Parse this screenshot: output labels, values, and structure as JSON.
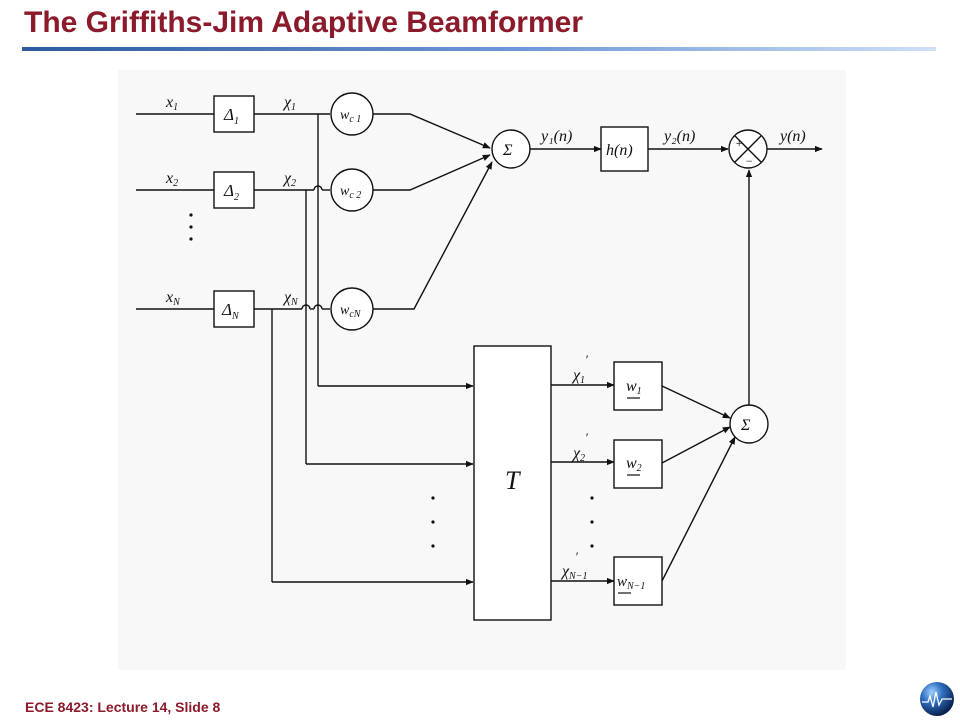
{
  "slide": {
    "title": "The Griffiths-Jim Adaptive Beamformer",
    "footer": "ECE 8423: Lecture 14, Slide 8"
  },
  "diagram": {
    "inputs": [
      {
        "base": "x",
        "sub": "1"
      },
      {
        "base": "x",
        "sub": "2"
      },
      {
        "base": "x",
        "sub": "N"
      }
    ],
    "delays": [
      {
        "base": "Δ",
        "sub": "1"
      },
      {
        "base": "Δ",
        "sub": "2"
      },
      {
        "base": "Δ",
        "sub": "N"
      }
    ],
    "chis": [
      {
        "base": "χ",
        "sub": "1"
      },
      {
        "base": "χ",
        "sub": "2"
      },
      {
        "base": "χ",
        "sub": "N"
      }
    ],
    "fixed_weights": [
      {
        "base": "w",
        "sub": "c 1"
      },
      {
        "base": "w",
        "sub": "c 2"
      },
      {
        "base": "w",
        "sub": "cN"
      }
    ],
    "sum_label": "Σ",
    "sum2_label": "Σ",
    "y1": "y₁(n)",
    "h": "h(n)",
    "y2": "y₂(n)",
    "y": "y(n)",
    "plus": "+",
    "minus": "−",
    "t_block": "T",
    "primes": [
      {
        "base": "χ",
        "sub": "1"
      },
      {
        "base": "χ",
        "sub": "2"
      },
      {
        "base": "χ",
        "sub": "N−1"
      }
    ],
    "adaptive_weights": [
      {
        "base": "w",
        "sub": "1"
      },
      {
        "base": "w",
        "sub": "2"
      },
      {
        "base": "w",
        "sub": "N−1"
      }
    ]
  }
}
